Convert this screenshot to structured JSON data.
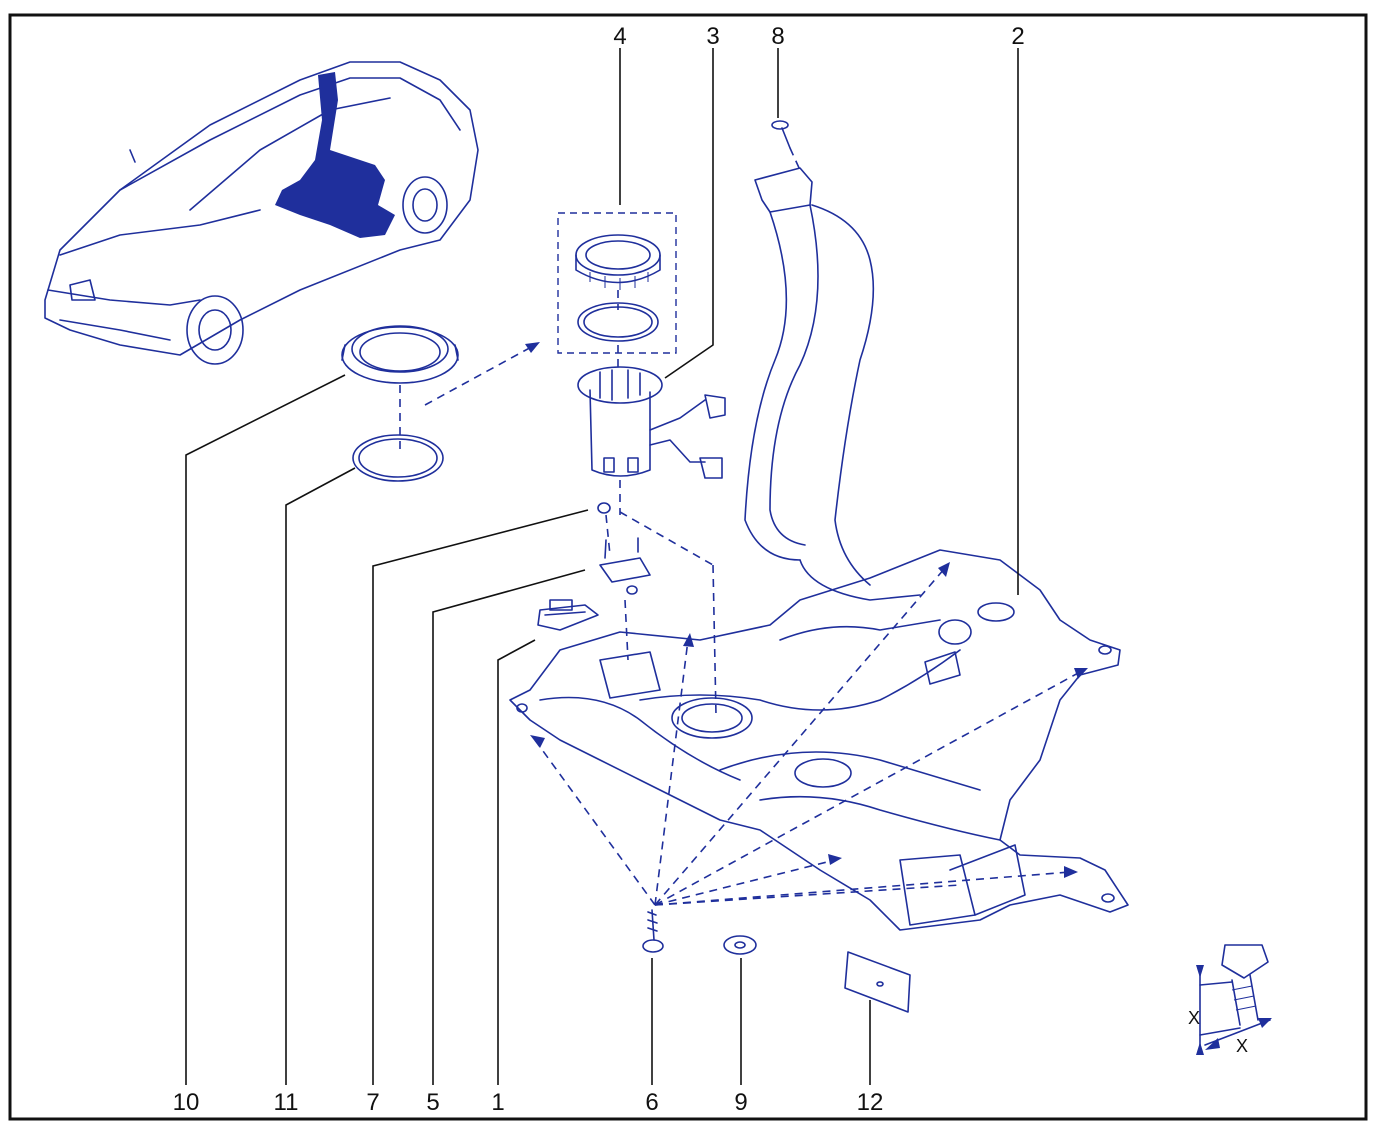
{
  "diagram": {
    "ink_color": "#1f2f9c",
    "label_color": "#111111",
    "border_color": "#111111",
    "callouts_top": [
      "4",
      "3",
      "8",
      "2"
    ],
    "callouts_bottom": [
      "10",
      "11",
      "7",
      "5",
      "1",
      "6",
      "9",
      "12"
    ],
    "torque_symbol": {
      "dimension_label_left": "X",
      "dimension_label_bottom": "X"
    }
  }
}
